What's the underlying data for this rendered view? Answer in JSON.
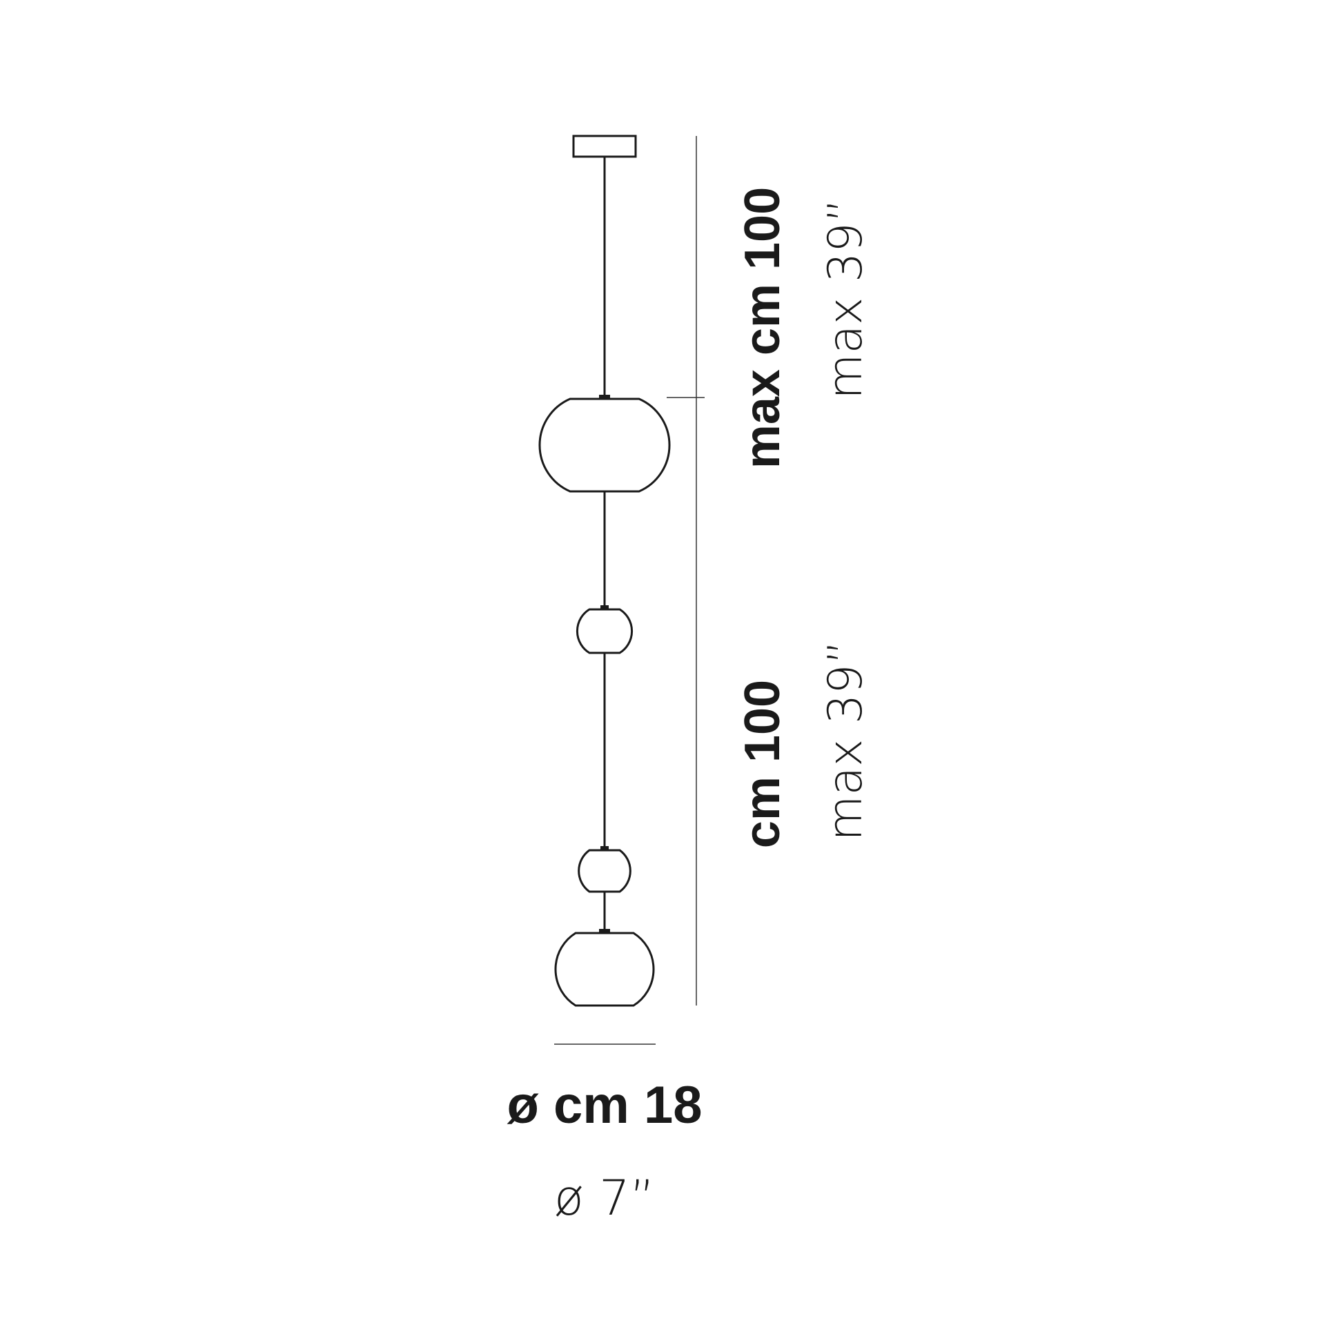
{
  "dimensions": {
    "upper_height_metric": "max cm 100",
    "upper_height_imperial": "max 39”",
    "lower_height_metric": "cm 100",
    "lower_height_imperial": "max 39”",
    "diameter_metric": "ø cm 18",
    "diameter_imperial": "ø 7”"
  },
  "colors": {
    "line": "#1a1a1a",
    "background": "#ffffff"
  }
}
